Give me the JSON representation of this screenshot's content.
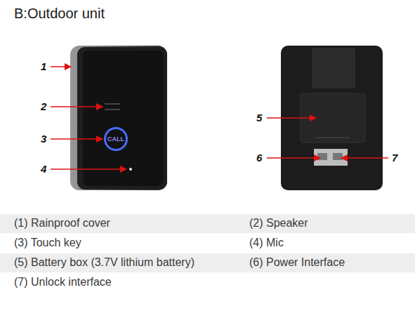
{
  "diagram": {
    "title": "B:Outdoor unit",
    "nodes": [
      {
        "text": [
          "CALL"
        ]
      }
    ],
    "labels": [
      "1",
      "2",
      "3",
      "4",
      "5",
      "6",
      "7",
      "(1) Rainproof cover",
      "(2) Speaker",
      "(3) Touch key",
      "(4) Mic",
      "(5) Battery box (3.7V lithium battery)",
      "(6) Power Interface",
      "(7) Unlock interface"
    ]
  }
}
